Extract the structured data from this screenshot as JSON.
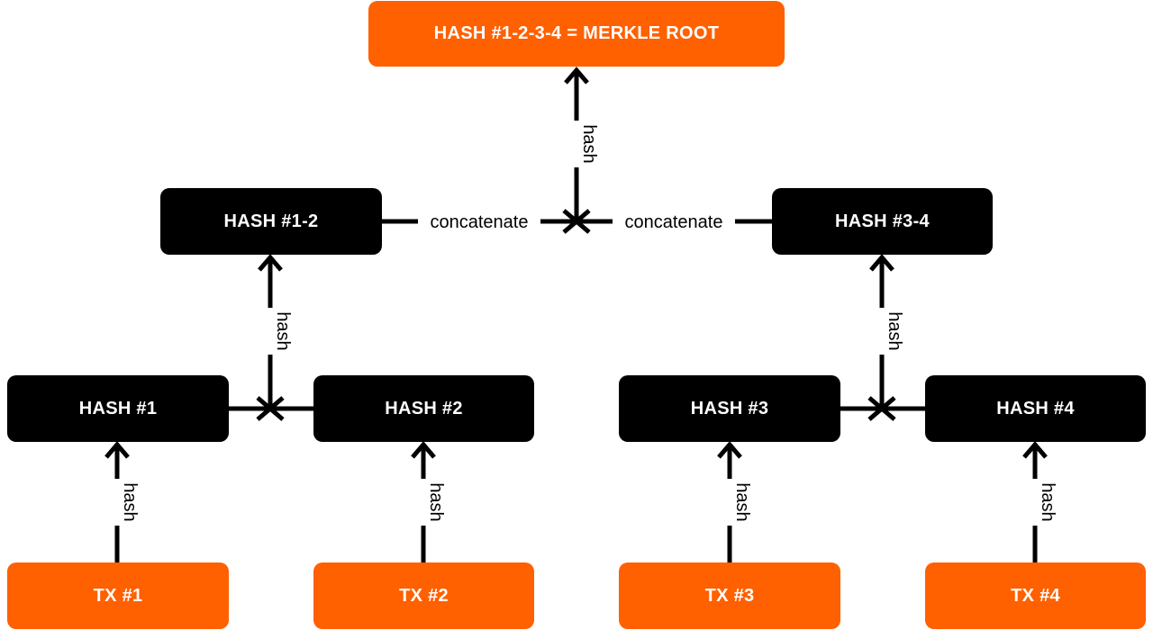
{
  "colors": {
    "hash_node": "#000000",
    "tx_node": "#ff6000",
    "root_node": "#ff6000",
    "connector": "#000000",
    "node_text": "#ffffff"
  },
  "root": {
    "label": "HASH #1-2-3-4 = MERKLE ROOT"
  },
  "level2": [
    {
      "label": "HASH #1-2"
    },
    {
      "label": "HASH #3-4"
    }
  ],
  "level1": [
    {
      "label": "HASH #1"
    },
    {
      "label": "HASH #2"
    },
    {
      "label": "HASH #3"
    },
    {
      "label": "HASH #4"
    }
  ],
  "transactions": [
    {
      "label": "TX #1"
    },
    {
      "label": "TX #2"
    },
    {
      "label": "TX #3"
    },
    {
      "label": "TX #4"
    }
  ],
  "edges": {
    "hash_label": "hash",
    "concat_label": "concatenate"
  }
}
